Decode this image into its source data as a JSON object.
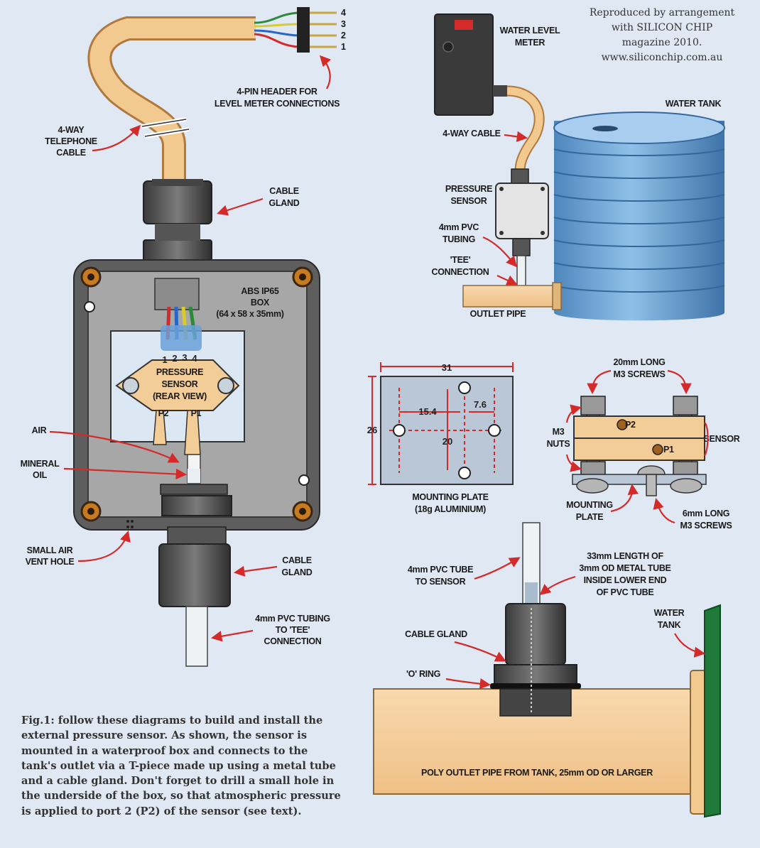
{
  "credit": [
    "Reproduced by arrangement",
    "with SILICON CHIP",
    "magazine 2010.",
    "www.siliconchip.com.au"
  ],
  "pins": [
    "4",
    "3",
    "2",
    "1"
  ],
  "labels": {
    "header": [
      "4-PIN HEADER FOR",
      "LEVEL METER CONNECTIONS"
    ],
    "telephone_cable": [
      "4-WAY",
      "TELEPHONE",
      "CABLE"
    ],
    "cable_gland_top": [
      "CABLE",
      "GLAND"
    ],
    "abs_box": [
      "ABS IP65",
      "BOX",
      "(64 x 58 x 35mm)"
    ],
    "sensor_pins": [
      "1",
      "2",
      "3",
      "4"
    ],
    "sensor": [
      "PRESSURE",
      "SENSOR",
      "(REAR VIEW)"
    ],
    "p2": "P2",
    "p1": "P1",
    "air": "AIR",
    "mineral_oil": [
      "MINERAL",
      "OIL"
    ],
    "vent_hole": [
      "SMALL AIR",
      "VENT HOLE"
    ],
    "cable_gland_bottom": [
      "CABLE",
      "GLAND"
    ],
    "pvc_tubing": [
      "4mm PVC TUBING",
      "TO 'TEE'",
      "CONNECTION"
    ],
    "water_level_meter": [
      "WATER LEVEL",
      "METER"
    ],
    "water_tank": "WATER TANK",
    "four_way_cable": "4-WAY CABLE",
    "pressure_sensor": [
      "PRESSURE",
      "SENSOR"
    ],
    "pvc_tubing_small": [
      "4mm PVC",
      "TUBING"
    ],
    "tee": [
      "'TEE'",
      "CONNECTION"
    ],
    "outlet_pipe": "OUTLET PIPE",
    "mounting_plate": [
      "MOUNTING PLATE",
      "(18g ALUMINIUM)"
    ],
    "screws_20": [
      "20mm LONG",
      "M3 SCREWS"
    ],
    "m3_nuts": [
      "M3",
      "NUTS"
    ],
    "sensor_side": "SENSOR",
    "mounting_plate_side": [
      "MOUNTING",
      "PLATE"
    ],
    "screws_6": [
      "6mm LONG",
      "M3 SCREWS"
    ],
    "pvc_tube_sensor": [
      "4mm PVC TUBE",
      "TO SENSOR"
    ],
    "metal_tube": [
      "33mm LENGTH OF",
      "3mm OD METAL TUBE",
      "INSIDE LOWER END",
      "OF PVC TUBE"
    ],
    "cable_gland_pipe": "CABLE GLAND",
    "o_ring": "'O' RING",
    "water_tank_pipe": [
      "WATER",
      "TANK"
    ],
    "poly_pipe": "POLY OUTLET PIPE FROM TANK, 25mm OD OR LARGER"
  },
  "dims": {
    "width": "31",
    "height": "26",
    "hole_x": "15.4",
    "hole_y": "20",
    "offset": "7.6"
  },
  "caption": "Fig.1: follow these diagrams to build and install the external pressure sensor. As shown, the sensor is mounted in a waterproof box and connects to the tank's outlet via a T-piece made up using a metal tube and a cable gland. Don't forget to drill a small hole in the underside of the box, so that atmospheric pressure is applied to port 2 (P2) of the sensor (see text).",
  "colors": {
    "background": "#dfe8f3",
    "arrow": "#d42a2a",
    "cable": "#f2c98f",
    "box": "#6e6e6e",
    "tank": "#6fa6d6",
    "pipe": "#f4cc97",
    "plate": "#b9c7d6"
  }
}
